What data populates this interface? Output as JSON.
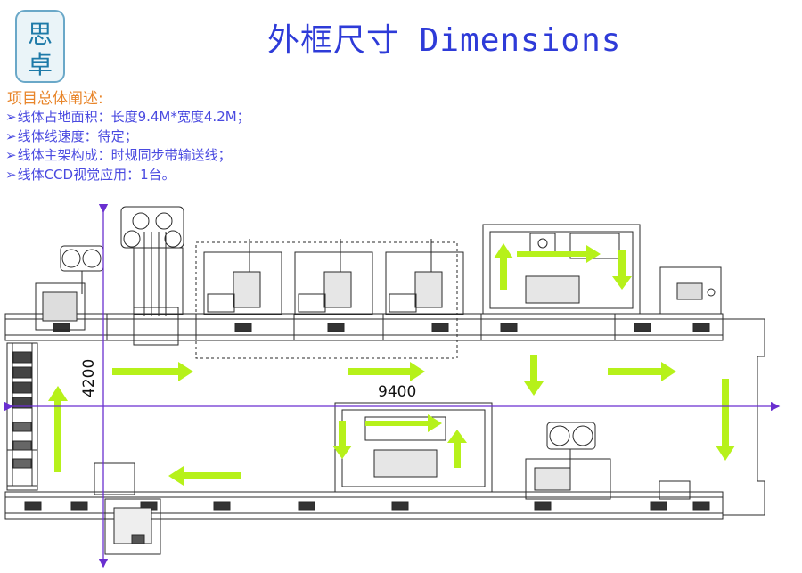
{
  "header": {
    "title": "外框尺寸 Dimensions",
    "logo_text": "思卓"
  },
  "overview": {
    "heading": "项目总体阐述:",
    "items": [
      "线体占地面积：长度9.4M*宽度4.2M；",
      "线体线速度：待定；",
      "线体主架构成：时规同步带输送线；",
      "线体CCD视觉应用：1台。"
    ]
  },
  "diagram": {
    "width_label": "9400",
    "height_label": "4200",
    "colors": {
      "flow_arrow": "#b6f11a",
      "dimension_line": "#6a2fd0",
      "machine_line": "#2a2a2a",
      "heading": "#e8852a",
      "bullets": "#4a4ae0",
      "title": "#2e3bd8"
    }
  }
}
